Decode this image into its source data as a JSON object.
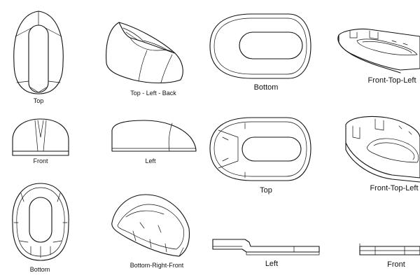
{
  "views": [
    {
      "id": "top",
      "label": "Top"
    },
    {
      "id": "top-left-back",
      "label": "Top - Left - Back"
    },
    {
      "id": "bottom-large",
      "label": "Bottom"
    },
    {
      "id": "front-top-left-1",
      "label": "Front-Top-Left"
    },
    {
      "id": "front",
      "label": "Front"
    },
    {
      "id": "left",
      "label": "Left"
    },
    {
      "id": "top-large",
      "label": "Top"
    },
    {
      "id": "front-top-left-2",
      "label": "Front-Top-Left"
    },
    {
      "id": "bottom",
      "label": "Bottom"
    },
    {
      "id": "bottom-right-front",
      "label": "Bottom-Right-Front"
    },
    {
      "id": "left-large",
      "label": "Left"
    },
    {
      "id": "front-large",
      "label": "Front"
    }
  ]
}
